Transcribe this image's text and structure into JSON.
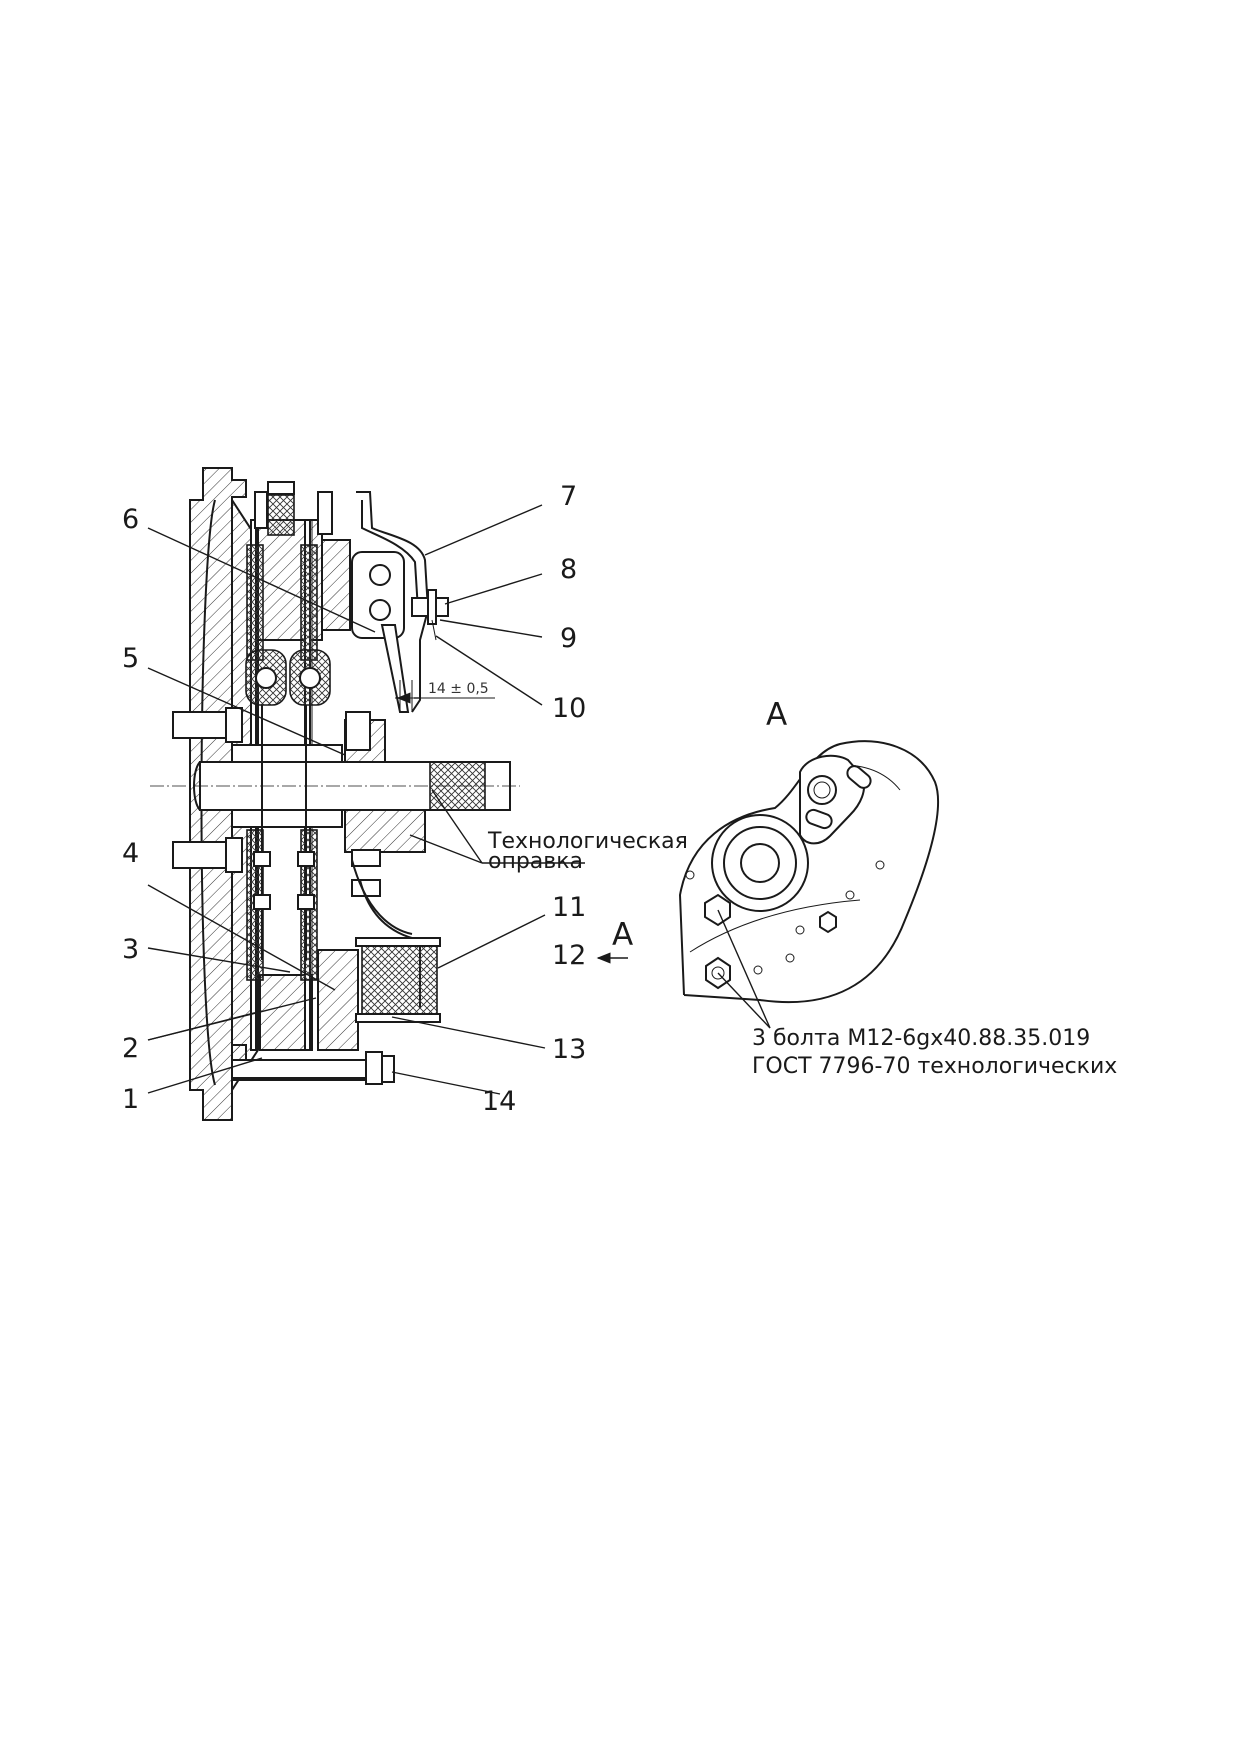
{
  "callouts": {
    "n1": "1",
    "n2": "2",
    "n3": "3",
    "n4": "4",
    "n5": "5",
    "n6": "6",
    "n7": "7",
    "n8": "8",
    "n9": "9",
    "n10": "10",
    "n11": "11",
    "n12": "12",
    "n13": "13",
    "n14": "14"
  },
  "dimension": "14 ± 0,5",
  "mandrel_note": {
    "line1": "Технологическая",
    "line2": "оправка"
  },
  "view_arrow_label": "А",
  "view_title": "А",
  "bolt_note": {
    "line1": "3 болта М12-6gx40.88.35.019",
    "line2": "ГОСТ 7796-70 технологических"
  }
}
